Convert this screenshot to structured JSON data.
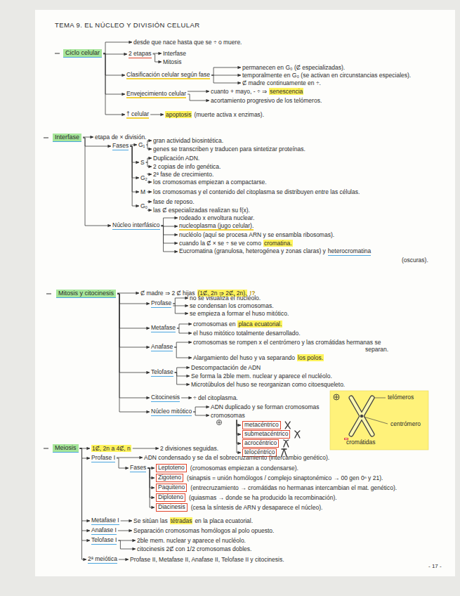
{
  "diagram": {
    "title": "TEMA 9. EL NÚCLEO Y DIVISIÓN CELULAR",
    "nodes": [
      {
        "text": [
          "Ciclo celular"
        ]
      },
      {
        "text": [
          "Interfase"
        ]
      },
      {
        "text": [
          "Mitosis y citocinesis"
        ]
      },
      {
        "text": [
          "metacéntrico"
        ]
      },
      {
        "text": [
          "submetacéntrico"
        ]
      },
      {
        "text": [
          "acrocéntrico"
        ]
      },
      {
        "text": [
          "telocéntrico"
        ]
      },
      {
        "text": [
          "telómeros",
          "centrómero"
        ]
      },
      {
        "text": [
          "cromátidas"
        ],
        "in": 7
      },
      {
        "text": [
          "Meiosis"
        ]
      },
      {
        "text": [
          "Leptoteno"
        ]
      },
      {
        "text": [
          "Zigoteno"
        ]
      },
      {
        "text": [
          "Paquiteno"
        ]
      },
      {
        "text": [
          "Diploteno"
        ]
      },
      {
        "text": [
          "Diacinesis"
        ]
      }
    ],
    "labels": [
      "desde que nace hasta que se ÷ o muere.",
      "2 etapas",
      "Interfase",
      "Mitosis",
      "Clasificación celular según fase",
      "permanecen en G₀ (Ȼ especializadas).",
      "temporalmente en G₀ (se activan en circunstancias especiales).",
      "Ȼ madre continuamente en ÷.",
      "Envejecimiento celular",
      "cuanto + mayo, - ÷ ⇒",
      "senescencia",
      "acortamiento progresivo de los telómeros.",
      "† celular",
      "apoptosis",
      "(muerte activa x enzimas).",
      "etapa de × división.",
      "Fases",
      "G₁",
      "gran actividad biosintética.",
      "genes se transcriben y traducen para sintetizar proteínas.",
      "S",
      "Duplicación ADN.",
      "2 copias de info genética.",
      "G₂",
      "2ª fase de crecimiento.",
      "los cromosomas empiezan a compactarse.",
      "M",
      "los cromosomas y el contenido del citoplasma se distribuyen entre las células.",
      "G₀",
      "fase de reposo.",
      "las Ȼ especializadas realizan su f(x).",
      "Núcleo interfásico",
      "rodeado x envoltura nuclear.",
      "nucleoplasma (jugo celular).",
      "nucléolo (aquí se procesa ARN y se ensambla ribosomas).",
      "cuando la Ȼ × se ÷ se ve como",
      "cromatina.",
      "Eucromatina (granulosa, heterogénea y zonas claras) y",
      "heterocromatina",
      "(oscuras).",
      "Ȼ madre ⇒ 2 Ȼ hijas",
      "(1Ȼ, 2n ⇒ 2Ȼ, 2n).",
      "!?",
      "Profase",
      "no se visualiza el nucléolo.",
      "se condensan los cromosomas.",
      "se empieza a formar el huso mitótico.",
      "Metafase",
      "cromosomas en",
      "placa ecuatorial.",
      "el huso mitótico totalmente desarrollado.",
      "Anafase",
      "cromosomas se rompen x el centrómero y las cromátidas hermanas se",
      "separan.",
      "Alargamiento del huso y va separando",
      "los polos.",
      "Telofase",
      "Descompactación de ADN",
      "Se forma la 2ble mem. nuclear y aparece el nucléolo.",
      "Microtúbulos del huso se reorganizan como citoesqueleto.",
      "Citocinesis",
      "÷ del citoplasma.",
      "Núcleo mitótico",
      "ADN duplicado y se forman cromosomas",
      "cromosomas",
      "1Ȼ, 2n a 4Ȼ, n",
      "2 divisiones seguidas.",
      "Profase I",
      "ADN condensado y se da el sobrecruzamiento (intercambio genético).",
      "Fases",
      "(cromosomas empiezan a condensarse).",
      "(sinapsis = unión homólogos / complejo sinaptonémico → 00 gen 0ⁿ y 21).",
      "(entrecruzamiento → cromátidas no hermanas intercambian el mat. genético).",
      "(quiasmas → donde se ha producido la recombinación).",
      "(cesa la síntesis de ARN y desaparece el núcleo).",
      "Metafase I",
      "Se sitúan las",
      "tétradas",
      "en la placa ecuatorial.",
      "Anafase I",
      "Separación cromosomas homólogos al polo opuesto.",
      "Telofase I",
      "2ble mem. nuclear y aparece el nucléolo.",
      "citocinesis 2Ȼ con 1/2 cromosomas dobles.",
      "2ª meiótica",
      "Profase II, Metafase II, Anafase II, Telofase II y citocinesis.",
      "- 17 -"
    ]
  }
}
